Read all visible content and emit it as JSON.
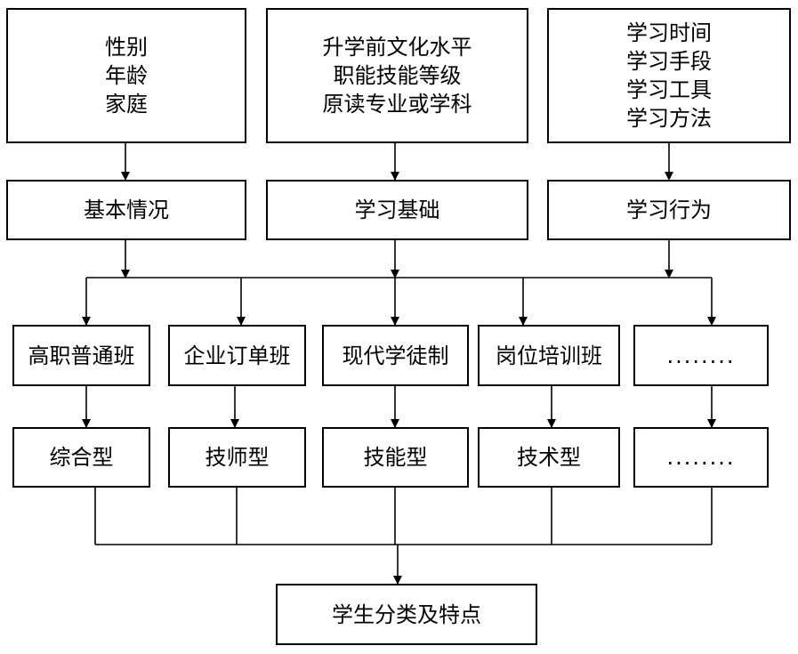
{
  "top_boxes": [
    {
      "lines": [
        "性别",
        "年龄",
        "家庭"
      ]
    },
    {
      "lines": [
        "升学前文化水平",
        "职能技能等级",
        "原读专业或学科"
      ]
    },
    {
      "lines": [
        "学习时间",
        "学习手段",
        "学习工具",
        "学习方法"
      ]
    }
  ],
  "categories": [
    "基本情况",
    "学习基础",
    "学习行为"
  ],
  "classes": [
    "高职普通班",
    "企业订单班",
    "现代学徒制",
    "岗位培训班",
    "........"
  ],
  "types": [
    "综合型",
    "技师型",
    "技能型",
    "技术型",
    "........"
  ],
  "result": "学生分类及特点"
}
